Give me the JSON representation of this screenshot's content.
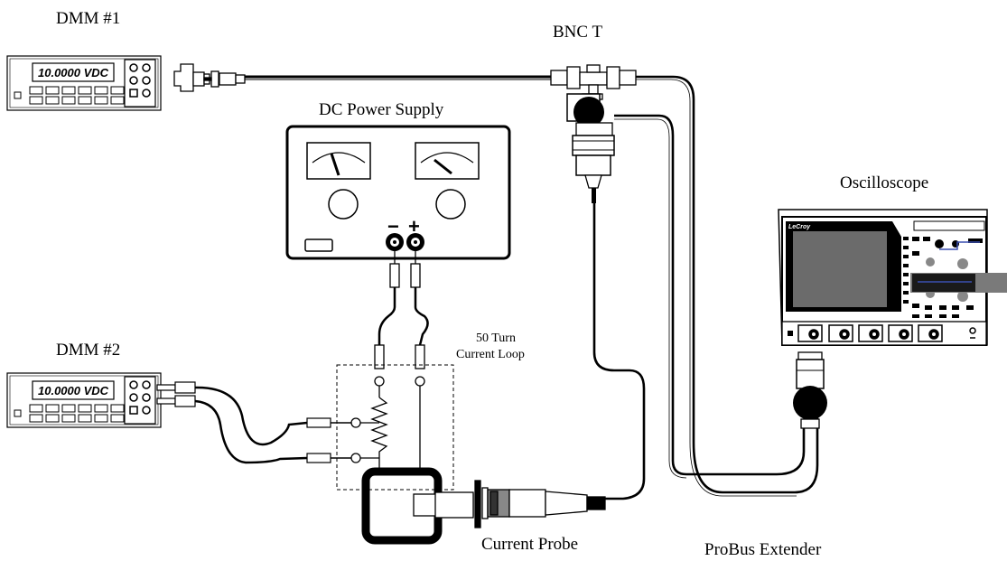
{
  "labels": {
    "dmm1": "DMM #1",
    "dmm2": "DMM #2",
    "bnc_t": "BNC  T",
    "power_supply": "DC Power Supply",
    "oscilloscope": "Oscilloscope",
    "loop_line1": "50 Turn",
    "loop_line2": "Current Loop",
    "current_probe": "Current Probe",
    "probus_extender": "ProBus Extender"
  },
  "dmm1": {
    "display": "10.0000 VDC"
  },
  "dmm2": {
    "display": "10.0000 VDC"
  },
  "power_supply": {
    "minus_symbol": "−",
    "plus_symbol": "+"
  },
  "oscilloscope": {
    "brand": "LeCroy"
  }
}
